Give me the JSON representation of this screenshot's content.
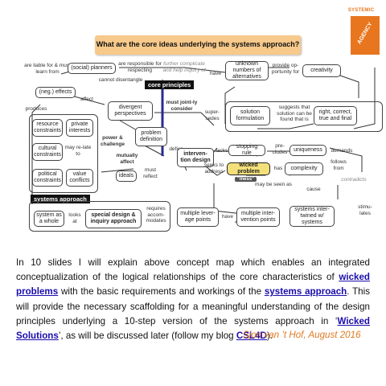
{
  "logo": {
    "top_text": "SYSTEMIC",
    "box_text": "AGENCY"
  },
  "title": "What are the core ideas underlying the systems approach?",
  "nodes": {
    "social_planners": "(social) planners",
    "unknown_alternatives": "unknown numbers of alternatives",
    "creativity": "creativity",
    "neg_effects": "(neg.) effects",
    "divergent": "divergent perspectives",
    "resource_constraints": "resource constraints",
    "private_interests": "private interests",
    "cultural_constraints": "cultural constraints",
    "political_constraints": "political constraints",
    "value_conflicts": "value conflicts",
    "problem_definition": "problem definition",
    "ideals": "ideals",
    "intervention_design": "interven-tion design",
    "solution_formulation": "solution formulation",
    "right_correct": "right, correct, true and final",
    "stopping_rule": "stopping rule",
    "uniqueness": "uniqueness",
    "wicked_problem": "wicked problem",
    "complexity": "complexity",
    "system_whole": "system as a whole",
    "special_design": "special design & inquiry approach",
    "multiple_leverage": "multiple lever-age points",
    "multiple_intervention": "multiple inter-vention points",
    "systems_intertwined": "systems inter-twined w/ systems"
  },
  "labels": {
    "liable": "are liable for & must learn from",
    "responsible": "are responsible for respecting",
    "further_complicate": "further complicate and help inquiry of",
    "have": "have",
    "provide_opportunity": "provide op-portunity for",
    "cannot_disentangle": "cannot disentangle",
    "affect": "affect",
    "produces": "produces",
    "must_jointly": "must joint-ly consider",
    "supersedes": "super-sedes",
    "suggests": "suggests that solution can be found that is",
    "power_challenge": "power & challenge",
    "may_relate": "may re-late to",
    "mutually_affect": "mutually affect",
    "defies": "defies",
    "must_reflect": "must reflect",
    "lacks": "lacks",
    "precludes": "pre-cludes",
    "demands": "demands",
    "seeks_address": "seeks to address",
    "has": "has",
    "follows_from": "follows from",
    "contradicts": "contradicts",
    "may_be_seen": "may be seen as",
    "cause": "cause",
    "mess": "\"mess\"",
    "looks_at": "looks at",
    "requires": "requires accom-modates",
    "stimulates": "stimu-lates",
    "core_principles": "core principles",
    "systems_approach": "systems approach"
  },
  "paragraph": {
    "p1": "In 10 slides I will explain above concept map which enables an integrated conceptualization of the logical relationships of the core characteristics of ",
    "link1": "wicked problems",
    "p2": " with the basic requirements and workings of the ",
    "link2": "systems approach",
    "p3": ". This will provide the necessary scaffolding for a meaningful understanding of the design principles underlying a 10-step version of the systems approach in ‘",
    "link3": "Wicked Solutions",
    "p4": "’, as will be discussed later (follow my blog ",
    "link4": "CSL4D",
    "p5": ")."
  },
  "signature": "Sjon van ’t Hof, August 2016"
}
